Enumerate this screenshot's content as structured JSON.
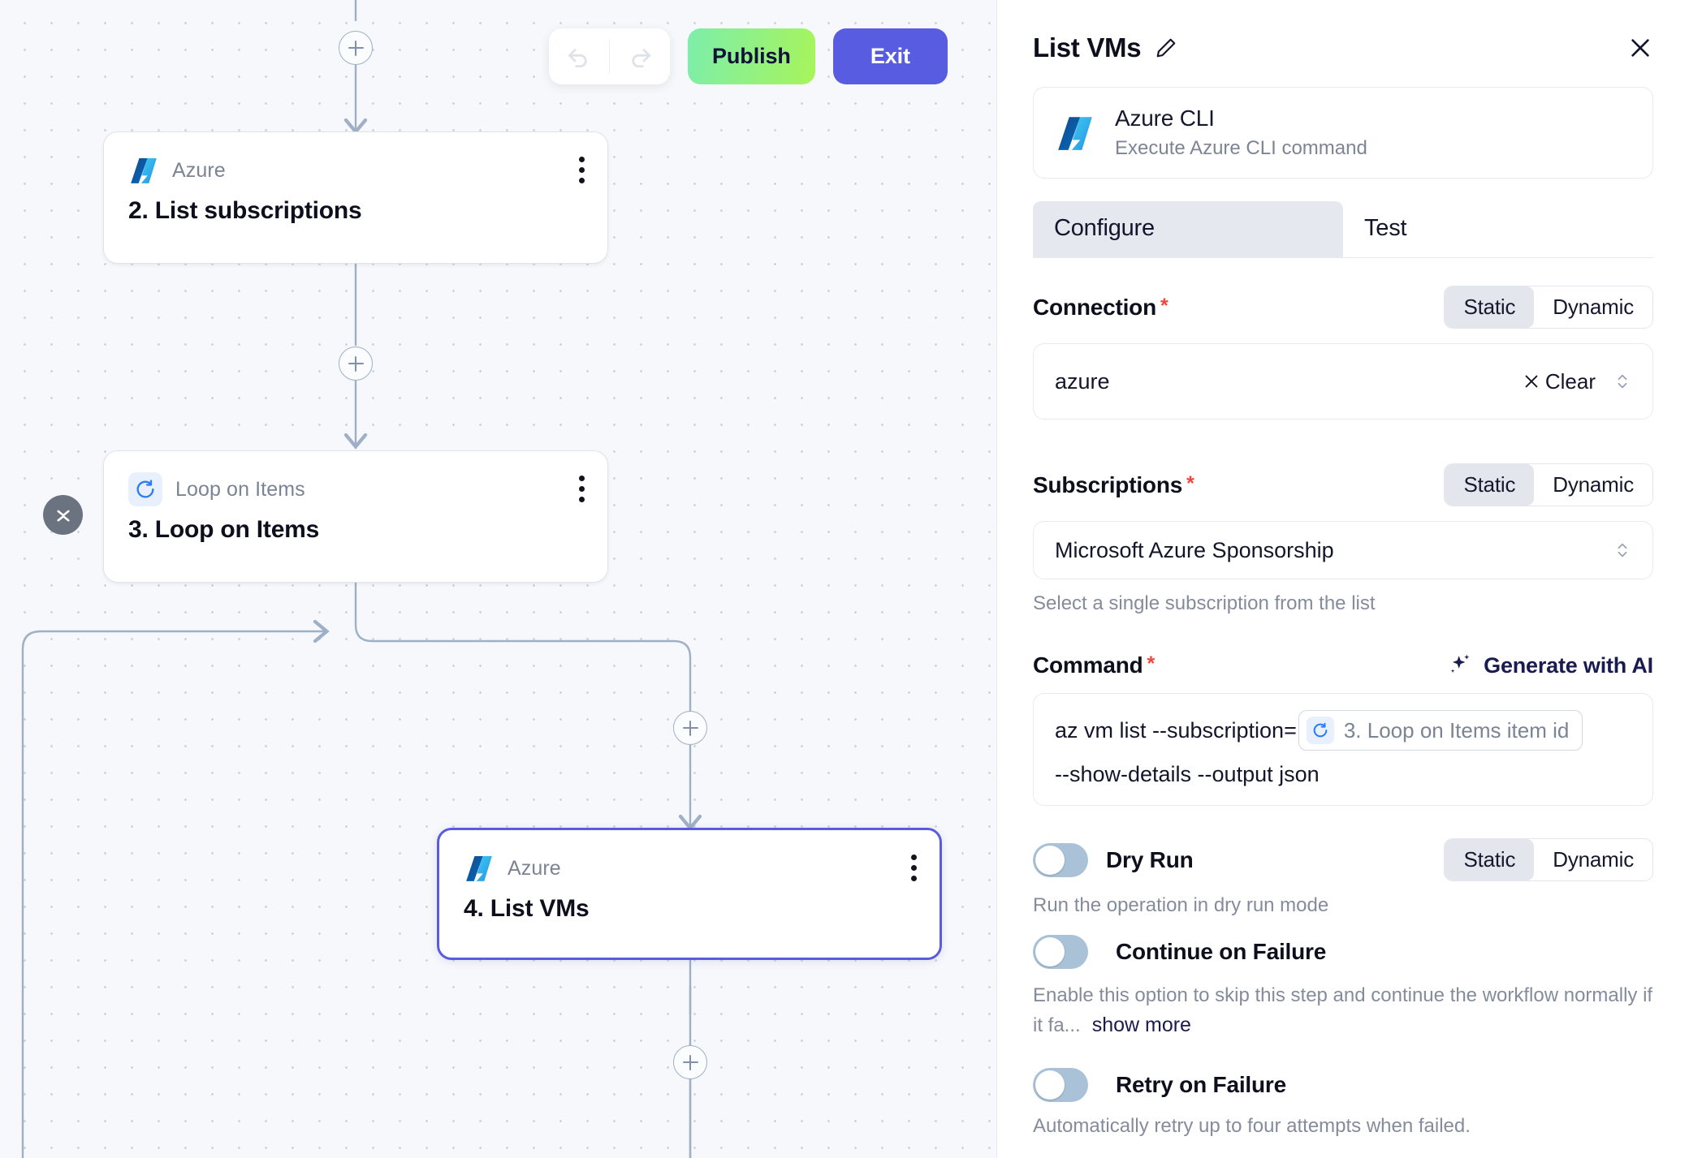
{
  "toolbar": {
    "undo_icon": "undo-arrow-icon",
    "redo_icon": "redo-arrow-icon",
    "publish_label": "Publish",
    "exit_label": "Exit",
    "publish_gradient_from": "#7ceeab",
    "publish_gradient_to": "#a8f45a",
    "exit_color": "#585ce0"
  },
  "canvas": {
    "collapse_icon": "collapse-chevrons-icon",
    "add_icon": "plus-icon",
    "nodes": [
      {
        "type": "Azure",
        "title": "2. List subscriptions",
        "icon": "azure-icon",
        "selected": false
      },
      {
        "type": "Loop on Items",
        "title": "3. Loop on Items",
        "icon": "loop-refresh-icon",
        "selected": false
      },
      {
        "type": "Azure",
        "title": "4. List VMs",
        "icon": "azure-icon",
        "selected": true
      }
    ]
  },
  "panel": {
    "title": "List VMs",
    "edit_icon": "pencil-icon",
    "close_icon": "close-icon",
    "service": {
      "icon": "azure-icon",
      "name": "Azure CLI",
      "description": "Execute Azure CLI command"
    },
    "tabs": [
      {
        "label": "Configure",
        "active": true
      },
      {
        "label": "Test",
        "active": false
      }
    ],
    "connection": {
      "label": "Connection",
      "required_marker": "*",
      "mode_static": "Static",
      "mode_dynamic": "Dynamic",
      "mode_selected": "Static",
      "value": "azure",
      "clear_label": "Clear",
      "clear_icon": "close-x-icon",
      "stepper_icon": "chevron-updown-icon"
    },
    "subscriptions": {
      "label": "Subscriptions",
      "required_marker": "*",
      "mode_static": "Static",
      "mode_dynamic": "Dynamic",
      "mode_selected": "Static",
      "value": "Microsoft Azure Sponsorship",
      "helper": "Select a single subscription from the list",
      "stepper_icon": "chevron-updown-icon"
    },
    "command": {
      "label": "Command",
      "required_marker": "*",
      "generate_label": "Generate with AI",
      "generate_icon": "sparkle-ai-icon",
      "text_before": "az vm list --subscription=",
      "chip_label": "3. Loop on Items item id",
      "chip_icon": "loop-refresh-icon",
      "text_after": "--show-details --output json"
    },
    "dry_run": {
      "label": "Dry Run",
      "enabled": false,
      "helper": "Run the operation in dry run mode",
      "mode_static": "Static",
      "mode_dynamic": "Dynamic",
      "mode_selected": "Static"
    },
    "continue_on_failure": {
      "label": "Continue on Failure",
      "enabled": false,
      "helper": "Enable this option to skip this step and continue the workflow normally if it fa...",
      "show_more": "show more"
    },
    "retry_on_failure": {
      "label": "Retry on Failure",
      "enabled": false,
      "helper": "Automatically retry up to four attempts when failed."
    }
  }
}
